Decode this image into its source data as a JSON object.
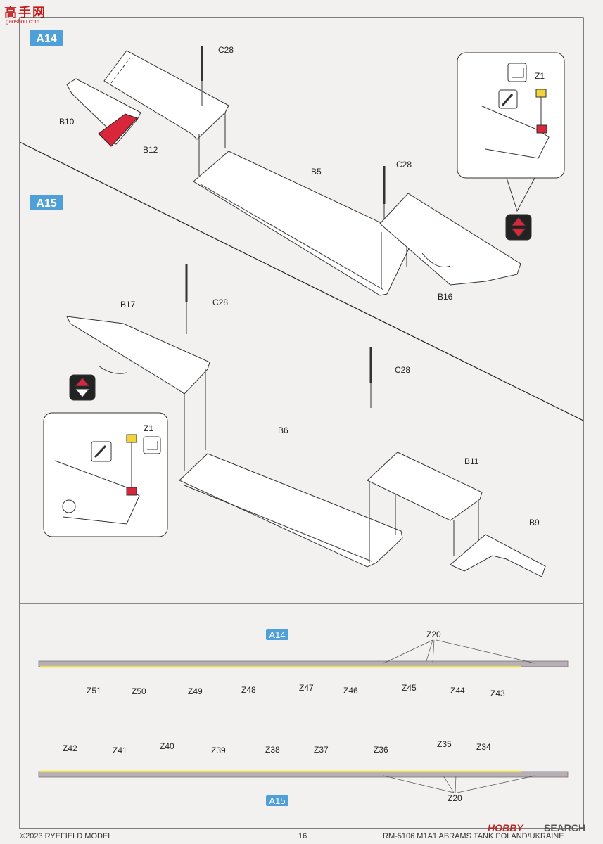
{
  "watermark": {
    "site": "高手网",
    "url": "gaoshou.com",
    "brand_a": "HOBBY",
    "brand_b": "SEARCH"
  },
  "steps": {
    "a14": "A14",
    "a15": "A15"
  },
  "labels": {
    "a14_c28": "C28",
    "a14_b10": "B10",
    "a14_b12": "B12",
    "a14_b5": "B5",
    "a14_c28b": "C28",
    "a14_b16": "B16",
    "a14_z1": "Z1",
    "a15_b17": "B17",
    "a15_c28": "C28",
    "a15_c28b": "C28",
    "a15_z1": "Z1",
    "a15_b6": "B6",
    "a15_b11": "B11",
    "a15_b9": "B9"
  },
  "strip_top": {
    "tag": "A14",
    "z20": "Z20",
    "items": [
      "Z51",
      "Z50",
      "Z49",
      "Z48",
      "Z47",
      "Z46",
      "Z45",
      "Z44",
      "Z43"
    ]
  },
  "strip_bottom": {
    "tag": "A15",
    "z20": "Z20",
    "items": [
      "Z42",
      "Z41",
      "Z40",
      "Z39",
      "Z38",
      "Z37",
      "Z36",
      "Z35",
      "Z34"
    ]
  },
  "footer": {
    "copyright": "©2023 RYEFIELD MODEL",
    "page": "16",
    "product": "RM-5106 M1A1 ABRAMS TANK POLAND/UKRAINE"
  },
  "colors": {
    "accent_blue": "#4f9fd9",
    "glue_red": "#d8263a",
    "part_yellow": "#f2d43a",
    "strip_yellow": "#e8e04a",
    "part_gray": "#b8aeb6"
  }
}
